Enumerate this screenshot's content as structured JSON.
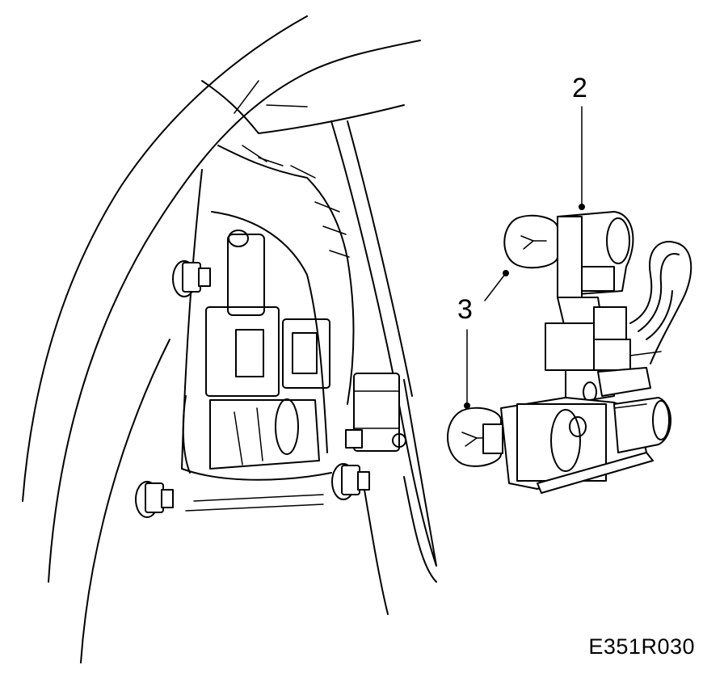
{
  "callouts": {
    "bulb_holder": "2",
    "bulbs": "3"
  },
  "figure_code": "E351R030",
  "colors": {
    "line": "#000000",
    "background": "#ffffff"
  }
}
